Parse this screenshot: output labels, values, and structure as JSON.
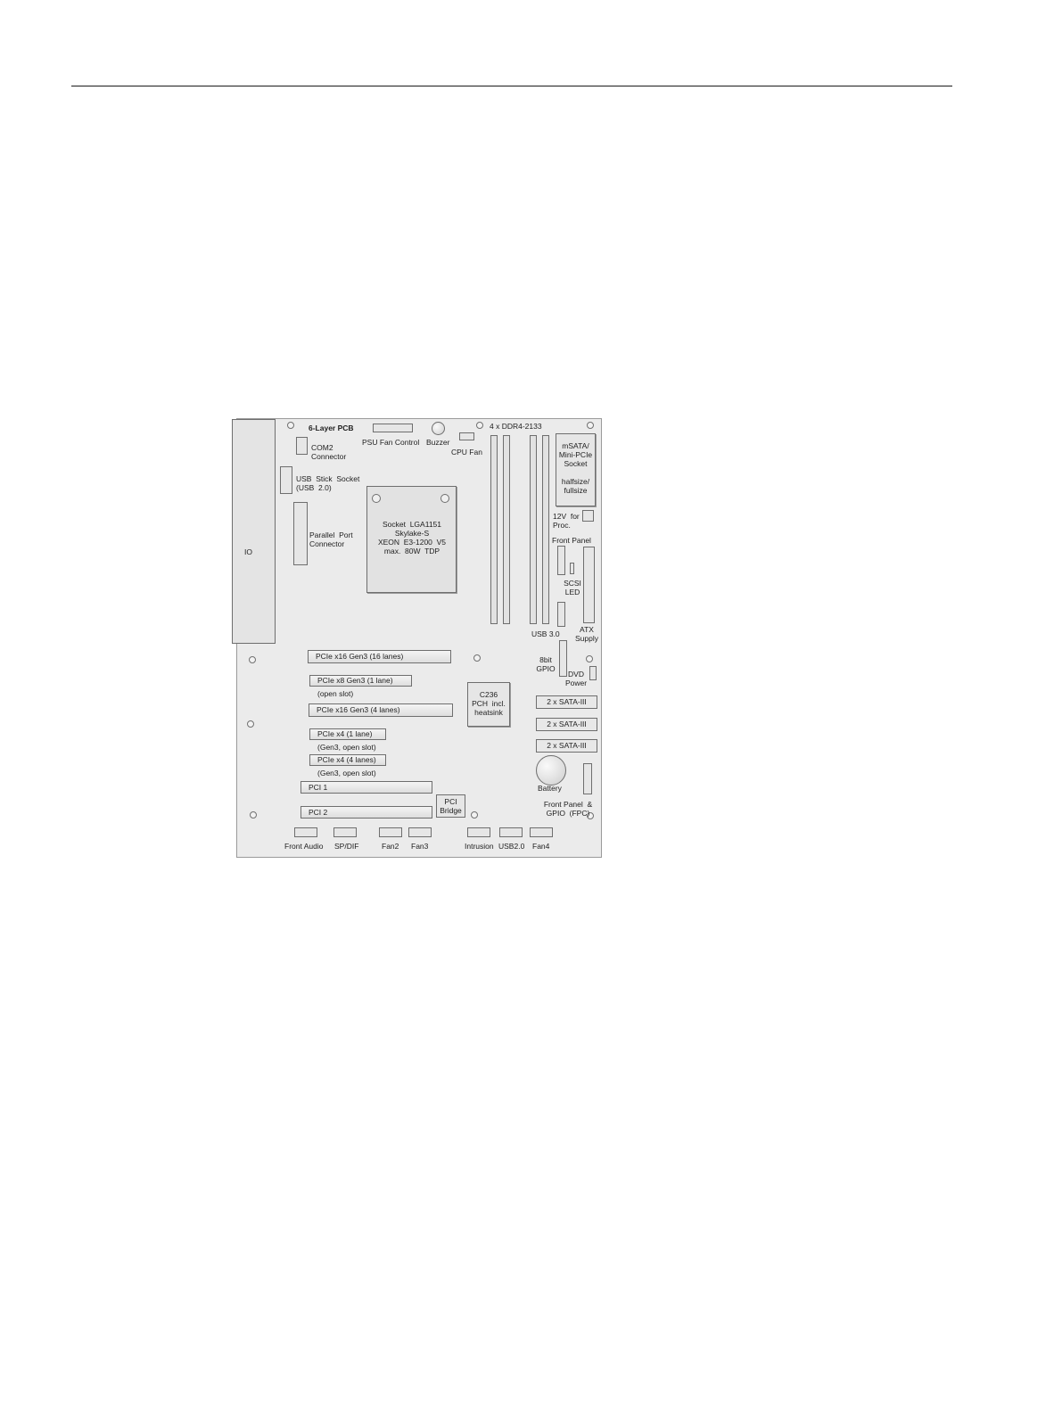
{
  "board": {
    "title": "6-Layer PCB",
    "io": "IO",
    "com2": "COM2\nConnector",
    "psu_fan": "PSU  Fan  Control",
    "buzzer": "Buzzer",
    "cpu_fan": "CPU  Fan",
    "ddr": "4 x DDR4-2133",
    "usb_stick": "USB  Stick  Socket\n(USB  2.0)",
    "parallel": "Parallel  Port\nConnector",
    "cpu": "Socket  LGA1151\nSkylake-S\nXEON  E3-1200  V5\nmax.  80W  TDP",
    "msata": "mSATA/\nMini-PCIe\nSocket\n\nhalfsize/\nfullsize",
    "power12v": "12V  for\nProc.",
    "front_panel": "Front Panel",
    "scsi_led": "SCSI\nLED",
    "atx": "ATX\nSupply",
    "usb3": "USB  3.0",
    "gpio8": "8bit\nGPIO",
    "dvd": "DVD\nPower",
    "pcie1": "PCIe   x16 Gen3  (16 lanes)",
    "pcie2": "PCIe   x8 Gen3  (1 lane)",
    "pcie2_note": "(open slot)",
    "pcie3": "PCIe   x16 Gen3  (4 lanes)",
    "pcie4": "PCIe   x4 (1 lane)",
    "pcie4_note": "(Gen3,  open slot)",
    "pcie5": "PCIe   x4 (4 lanes)",
    "pcie5_note": "(Gen3,  open slot)",
    "pci1": "PCI   1",
    "pci2": "PCI   2",
    "pci_bridge": "PCI\nBridge",
    "pch": "C236\nPCH  incl.\nheatsink",
    "sata1": "2 x SATA-III",
    "sata2": "2 x SATA-III",
    "sata3": "2 x SATA-III",
    "battery": "Battery",
    "fpc": "Front Panel  &\nGPIO  (FPC)",
    "front_audio": "Front Audio",
    "spdif": "SP/DIF",
    "fan2": "Fan2",
    "fan3": "Fan3",
    "intrusion": "Intrusion",
    "usb20": "USB2.0",
    "fan4": "Fan4"
  }
}
